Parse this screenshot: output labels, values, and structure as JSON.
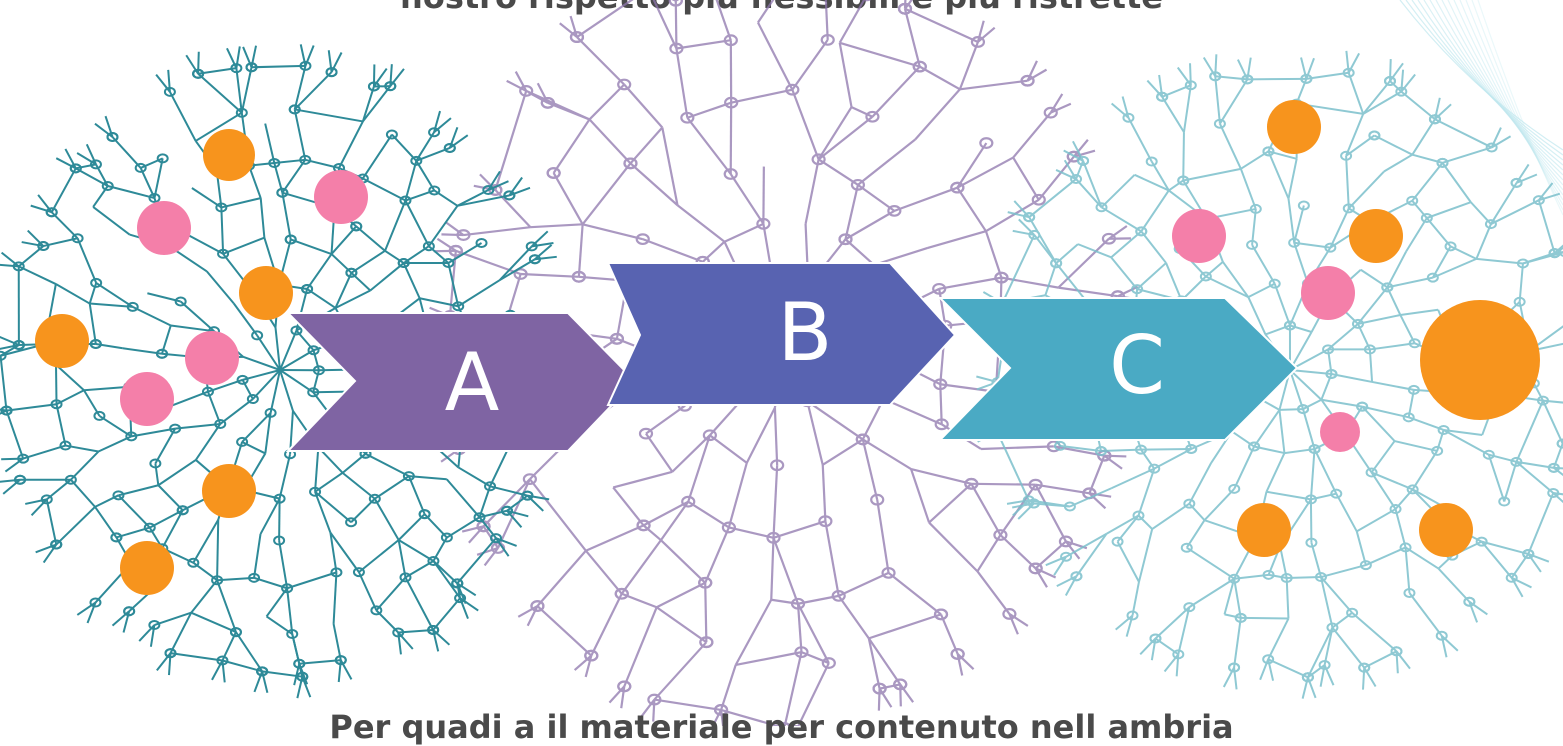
{
  "caption_top": "nostro rispetto più flessibili e più ristrette",
  "caption_bottom": "Per quadi a il materiale per contenuto nell ambria",
  "steps": [
    {
      "label": "A",
      "color": "#7f64a3"
    },
    {
      "label": "B",
      "color": "#5863b1"
    },
    {
      "label": "C",
      "color": "#4aaac4"
    }
  ],
  "colors": {
    "teal_network": "#2e8a98",
    "purple_network": "#8e76ad",
    "light_teal_network": "#7cc0cc",
    "dot_orange": "#f7941d",
    "dot_pink": "#f47fa9"
  }
}
